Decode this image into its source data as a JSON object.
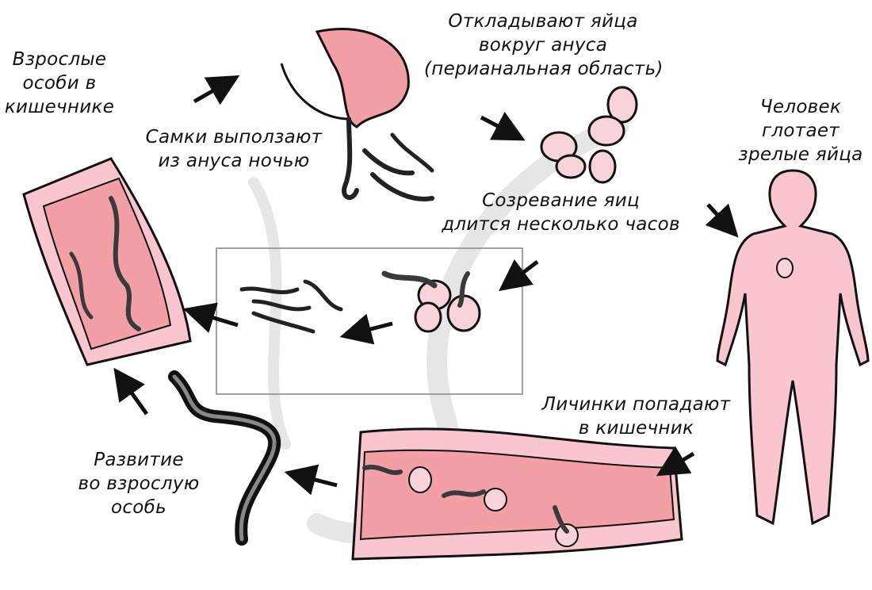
{
  "labels": {
    "adults_in_intestine": [
      "Взрослые",
      "особи в",
      "кишечнике"
    ],
    "females_crawl_out": [
      "Самки выползают",
      "из ануса ночью"
    ],
    "lay_eggs": [
      "Откладывают яйца",
      "вокруг ануса",
      "(перианальная область)"
    ],
    "human_swallows": [
      "Человек",
      "глотает",
      "зрелые яйца"
    ],
    "eggs_mature": [
      "Созревание яиц",
      "длится несколько часов"
    ],
    "larvae_enter": [
      "Личинки попадают",
      "в кишечник"
    ],
    "development": [
      "Развитие",
      "во взрослую",
      "особь"
    ]
  },
  "colors": {
    "pink": "#f9c6d0",
    "pink_dark": "#f2a0a6",
    "outline": "#111111",
    "worm": "#3a3a3a",
    "watermark": "#e3e3e3",
    "box": "#a0a0a0"
  }
}
